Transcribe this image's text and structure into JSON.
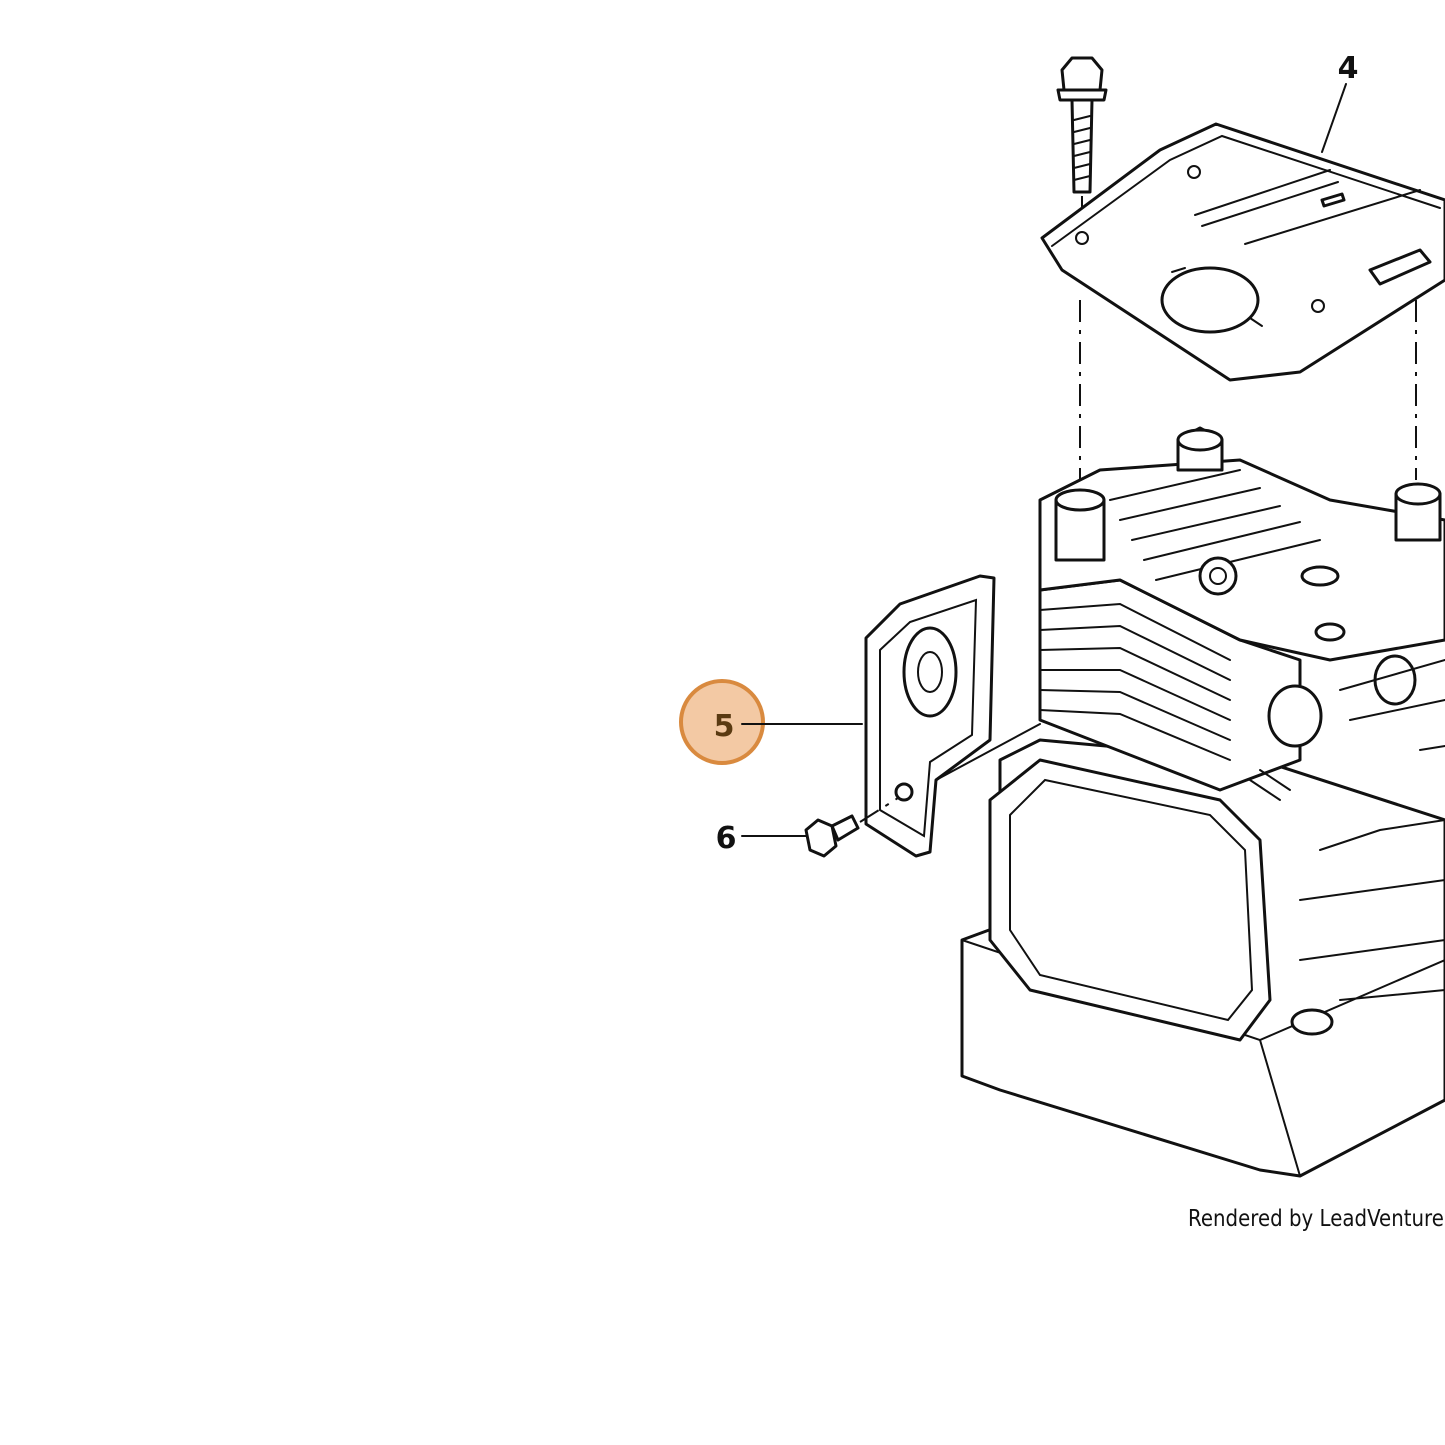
{
  "callouts": [
    {
      "id": "4",
      "label": "4",
      "highlighted": false
    },
    {
      "id": "5",
      "label": "5",
      "highlighted": true
    },
    {
      "id": "6",
      "label": "6",
      "highlighted": false
    }
  ],
  "highlight": {
    "fill": "#f3c9a4",
    "stroke": "#d98a3f"
  },
  "credit": "Rendered by LeadVenture,"
}
